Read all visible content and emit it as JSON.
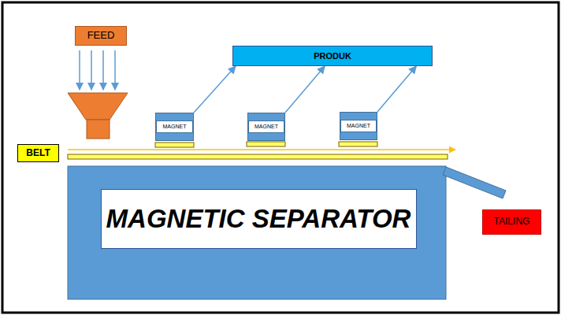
{
  "diagram": {
    "nodes": [
      {
        "text": [
          "FEED"
        ]
      },
      {
        "text": [
          "PRODUK"
        ]
      },
      {
        "text": [
          "MAGNET"
        ]
      },
      {
        "text": [
          "MAGNET"
        ]
      },
      {
        "text": [
          "MAGNET"
        ]
      },
      {
        "text": [
          "BELT"
        ]
      },
      {
        "text": [
          "MAGNETIC SEPARATOR"
        ]
      },
      {
        "text": [
          "TAILING"
        ]
      }
    ],
    "edges": [
      {
        "from": 2,
        "to": 1,
        "arrow": "to"
      },
      {
        "from": 3,
        "to": 1,
        "arrow": "to"
      },
      {
        "from": 4,
        "to": 1,
        "arrow": "to"
      }
    ]
  }
}
